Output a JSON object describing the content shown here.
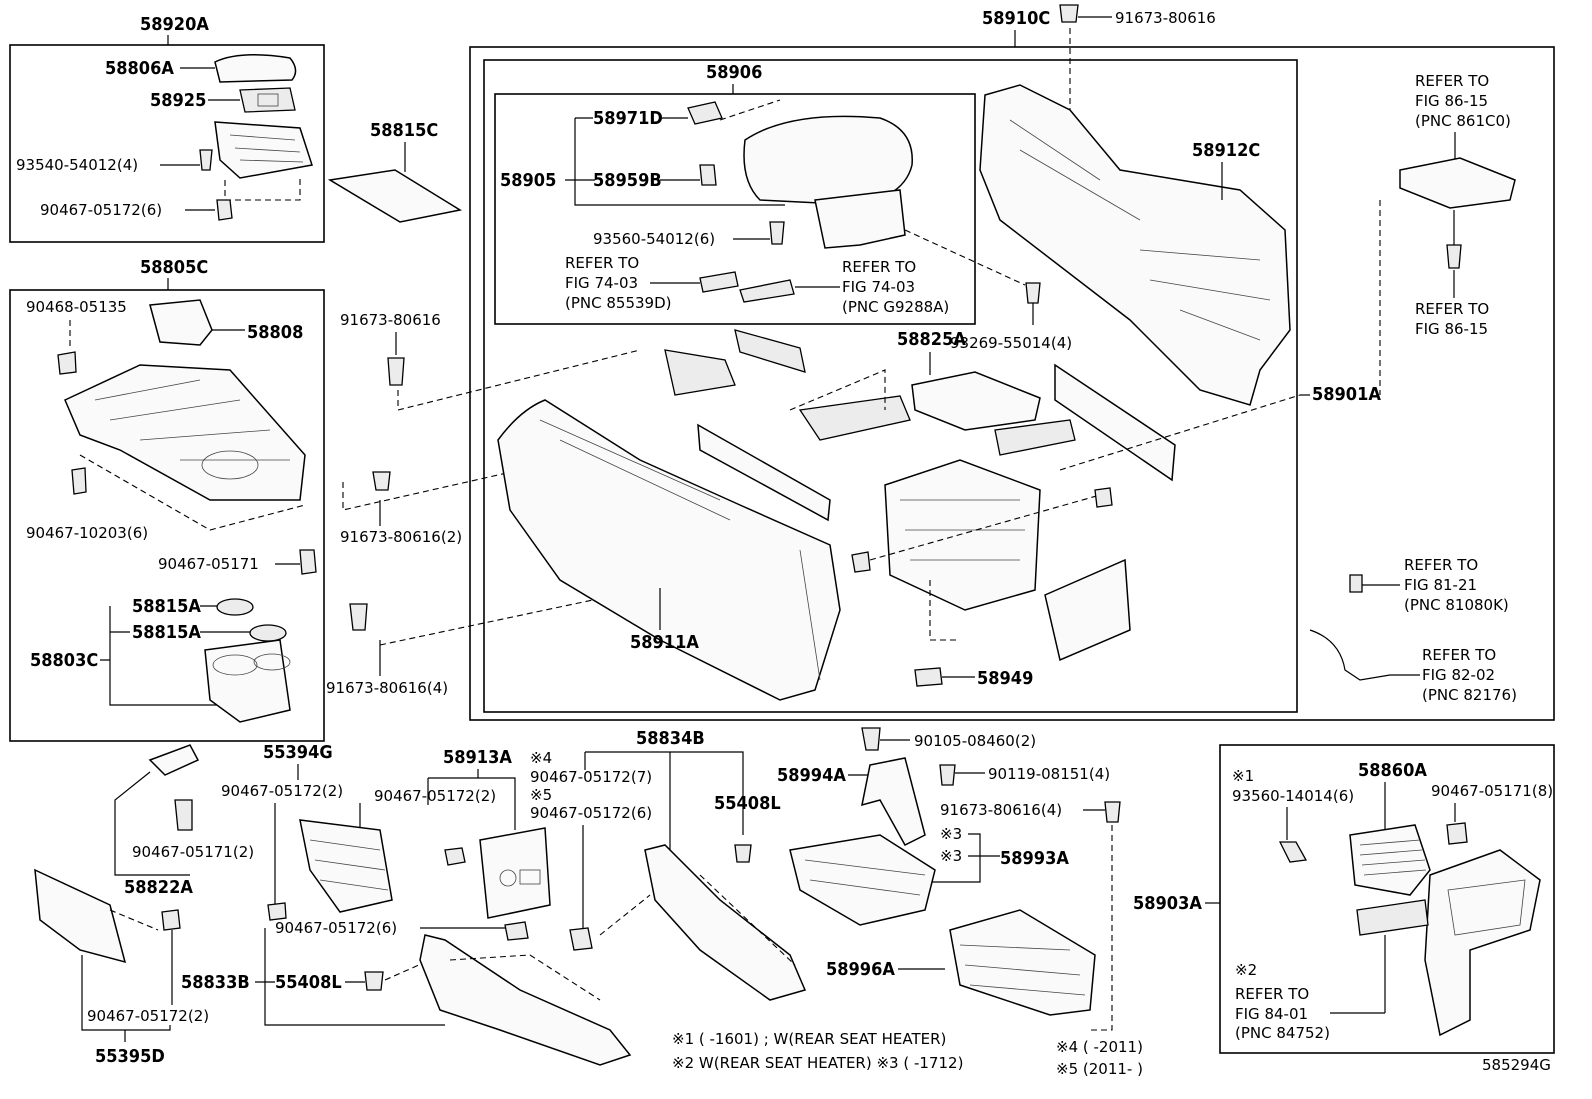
{
  "labels": {
    "p58920A": "58920A",
    "p58806A": "58806A",
    "p58925": "58925",
    "p93540": "93540-54012(4)",
    "p90467_05172_6a": "90467-05172(6)",
    "p58815C": "58815C",
    "p58805C": "58805C",
    "p90468": "90468-05135",
    "p58808": "58808",
    "p90467_10203": "90467-10203(6)",
    "p90467_05171a": "90467-05171",
    "p58815A_1": "58815A",
    "p58815A_2": "58815A",
    "p58803C": "58803C",
    "p91673_a": "91673-80616",
    "p91673_2": "91673-80616(2)",
    "p91673_4a": "91673-80616(4)",
    "p58910C": "58910C",
    "p91673_top": "91673-80616",
    "p58906": "58906",
    "p58971D": "58971D",
    "p58905": "58905",
    "p58959B": "58959B",
    "p93560_54012": "93560-54012(6)",
    "refer1_a": "REFER TO",
    "refer1_b": "FIG 74-03",
    "refer1_c": "(PNC 85539D)",
    "refer2_a": "REFER TO",
    "refer2_b": "FIG 74-03",
    "refer2_c": "(PNC G9288A)",
    "p58912C": "58912C",
    "p93269": "93269-55014(4)",
    "p58825A": "58825A",
    "p58911A": "58911A",
    "p58949": "58949",
    "p58901A": "58901A",
    "refer3_a": "REFER TO",
    "refer3_b": "FIG 86-15",
    "refer3_c": "(PNC 861C0)",
    "refer4_a": "REFER TO",
    "refer4_b": "FIG 86-15",
    "refer5_a": "REFER TO",
    "refer5_b": "FIG 81-21",
    "refer5_c": "(PNC 81080K)",
    "refer6_a": "REFER TO",
    "refer6_b": "FIG 82-02",
    "refer6_c": "(PNC 82176)",
    "p55394G": "55394G",
    "p90467_05172_2a": "90467-05172(2)",
    "p90467_05171_2": "90467-05171(2)",
    "p58822A": "58822A",
    "p90467_05172_2b": "90467-05172(2)",
    "p55395D": "55395D",
    "p58913A": "58913A",
    "p90467_05172_2c": "90467-05172(2)",
    "p90467_05172_6b": "90467-05172(6)",
    "p58833B": "58833B",
    "p55408L_a": "55408L",
    "p58834B": "58834B",
    "note4": "※4",
    "p90467_05172_7": "90467-05172(7)",
    "note5": "※5",
    "p90467_05172_6c": "90467-05172(6)",
    "p55408L_b": "55408L",
    "p58994A": "58994A",
    "p90105": "90105-08460(2)",
    "p90119": "90119-08151(4)",
    "p91673_4b": "91673-80616(4)",
    "mark3a": "※3",
    "mark3b": "※3",
    "p58993A": "58993A",
    "p58996A": "58996A",
    "p58903A": "58903A",
    "note1": "※1",
    "p93560_14014": "93560-14014(6)",
    "p58860A": "58860A",
    "p90467_05171_8": "90467-05171(8)",
    "note2": "※2",
    "refer7_a": "REFER TO",
    "refer7_b": "FIG 84-01",
    "refer7_c": "(PNC 84752)",
    "foot1": "※1 (        -1601) ; W(REAR SEAT HEATER)",
    "foot2": "※2  W(REAR SEAT HEATER) ※3 (        -1712)",
    "foot4": "※4 (        -2011)",
    "foot5": "※5 (2011-        )",
    "code": "585294G"
  }
}
